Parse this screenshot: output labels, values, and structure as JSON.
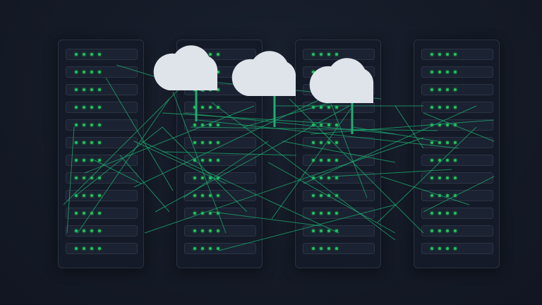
{
  "scene": {
    "subject": "server-racks-with-cloud-network",
    "rack_count": 4,
    "units_per_rack": 12,
    "cloud_count": 3,
    "colors": {
      "background": "#151b27",
      "rack_body": "#141a27",
      "rack_border": "#2a3243",
      "unit_body": "#1b2231",
      "led": "#22c55e",
      "network_line": "#1fae72",
      "cloud": "#dfe3ea",
      "cloud_stem": "#1fae72"
    },
    "icons": [
      "server-rack-icon",
      "cloud-icon",
      "status-led-icon",
      "network-link-icon"
    ]
  }
}
